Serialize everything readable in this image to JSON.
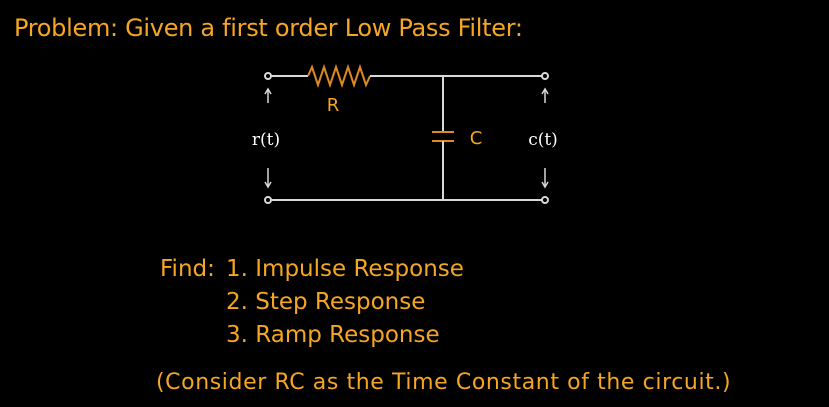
{
  "title": "Problem:  Given a first order Low Pass Filter:",
  "circuit": {
    "resistor_label": "R",
    "capacitor_label": "C",
    "input_label": "r(t)",
    "output_label": "c(t)",
    "wire_color": "#d9d9d9",
    "component_label_color": "#f5a623",
    "signal_label_color": "#ffffff"
  },
  "find": {
    "label": "Find:",
    "items": [
      "1. Impulse Response",
      "2. Step Response",
      "3. Ramp Response"
    ]
  },
  "note": "(Consider RC as the Time Constant of the circuit.)",
  "colors": {
    "background": "#000000",
    "accent": "#f5a623"
  }
}
